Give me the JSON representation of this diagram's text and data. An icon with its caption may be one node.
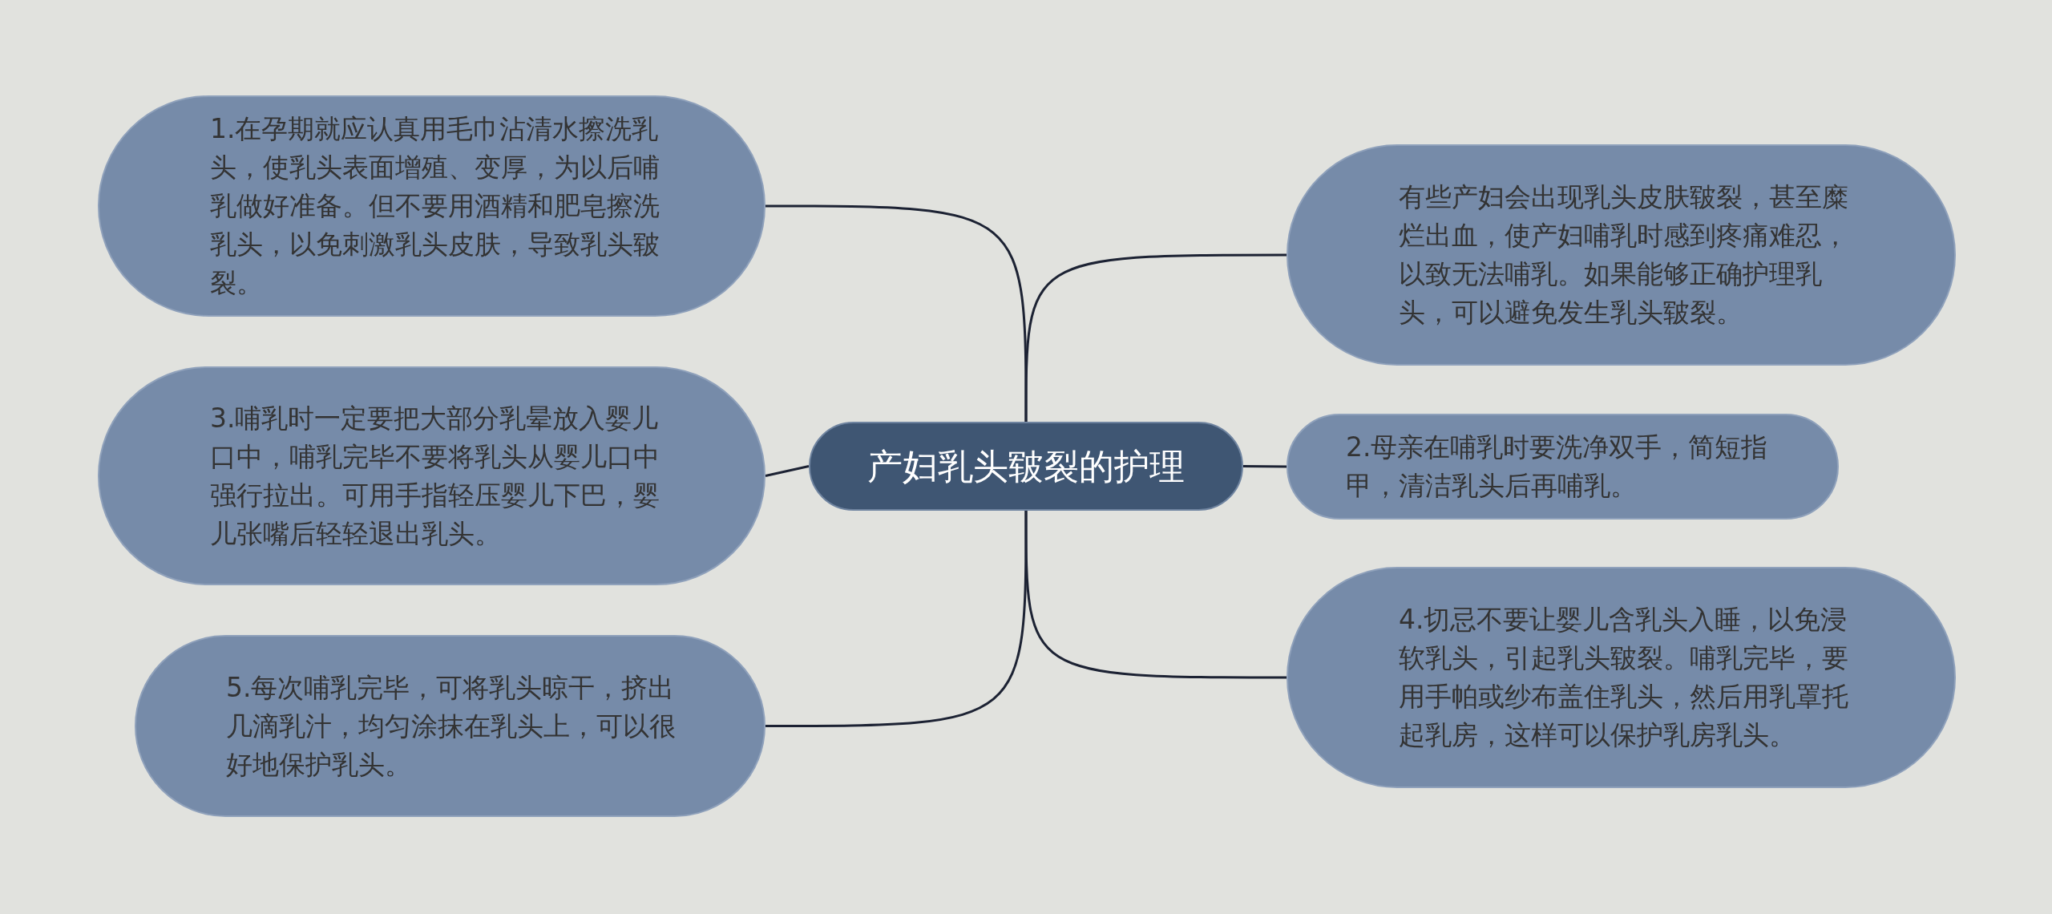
{
  "diagram": {
    "nodes": [
      {
        "text": [
          "产妇乳头皲裂的护理"
        ]
      },
      {
        "text": [
          "1.在孕期就应认真用毛巾沾清水擦洗乳头，使乳头表面增殖、变厚，为以后哺乳做好准备。但不要用酒精和肥皂擦洗乳头，以免刺激乳头皮肤，导致乳头皲裂。"
        ]
      },
      {
        "text": [
          "有些产妇会出现乳头皮肤皲裂，甚至糜烂出血，使产妇哺乳时感到疼痛难忍，以致无法哺乳。如果能够正确护理乳头，可以避免发生乳头皲裂。"
        ]
      },
      {
        "text": [
          "3.哺乳时一定要把大部分乳晕放入婴儿口中，哺乳完毕不要将乳头从婴儿口中强行拉出。可用手指轻压婴儿下巴，婴儿张嘴后轻轻退出乳头。"
        ]
      },
      {
        "text": [
          "2.母亲在哺乳时要洗净双手，简短指甲，清洁乳头后再哺乳。"
        ]
      },
      {
        "text": [
          "5.每次哺乳完毕，可将乳头晾干，挤出几滴乳汁，均匀涂抹在乳头上，可以很好地保护乳头。"
        ]
      },
      {
        "text": [
          "4.切忌不要让婴儿含乳头入睡，以免浸软乳头，引起乳头皲裂。哺乳完毕，要用手帕或纱布盖住乳头，然后用乳罩托起乳房，这样可以保护乳房乳头。"
        ]
      }
    ],
    "edges": [
      {
        "from": 0,
        "to": 1,
        "arrow": "none"
      },
      {
        "from": 0,
        "to": 2,
        "arrow": "none"
      },
      {
        "from": 0,
        "to": 3,
        "arrow": "none"
      },
      {
        "from": 0,
        "to": 4,
        "arrow": "none"
      },
      {
        "from": 0,
        "to": 5,
        "arrow": "none"
      },
      {
        "from": 0,
        "to": 6,
        "arrow": "none"
      }
    ]
  }
}
